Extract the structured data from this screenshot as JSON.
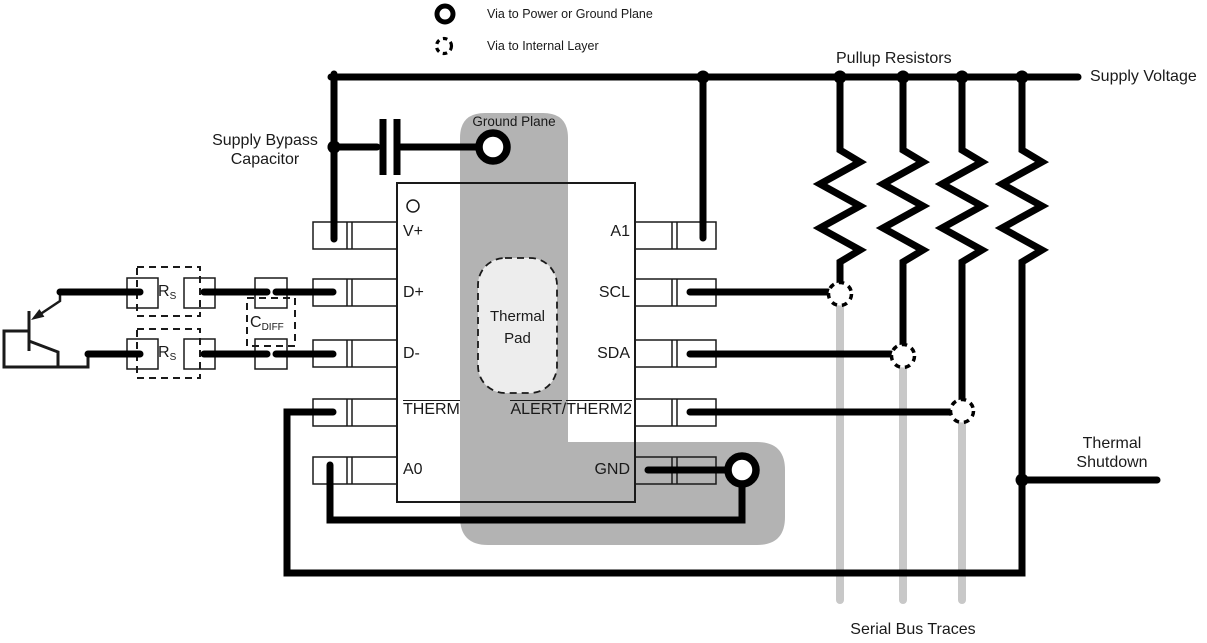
{
  "legend": {
    "power_via": "Via to Power or Ground Plane",
    "internal_via": "Via to Internal Layer"
  },
  "labels": {
    "pullup_resistors": "Pullup Resistors",
    "supply_voltage": "Supply Voltage",
    "supply_bypass_line1": "Supply Bypass",
    "supply_bypass_line2": "Capacitor",
    "ground_plane": "Ground Plane",
    "thermal_pad_line1": "Thermal",
    "thermal_pad_line2": "Pad",
    "thermal_shutdown_line1": "Thermal",
    "thermal_shutdown_line2": "Shutdown",
    "serial_bus_traces": "Serial Bus Traces"
  },
  "pins": {
    "vplus": "V+",
    "dplus": "D+",
    "dminus": "D-",
    "therm": "THERM",
    "a0": "A0",
    "a1": "A1",
    "scl": "SCL",
    "sda": "SDA",
    "alert": "ALERT",
    "slash": "/",
    "therm2": "THERM2",
    "gnd": "GND"
  },
  "components": {
    "rs_letter": "R",
    "rs_sub": "S",
    "cdiff_letter": "C",
    "cdiff_sub": "DIFF"
  },
  "colors": {
    "ground_plane": "#b3b3b3",
    "thermal_pad": "#ededed",
    "serial_trace": "#c8c8c8",
    "wire": "#000000"
  }
}
